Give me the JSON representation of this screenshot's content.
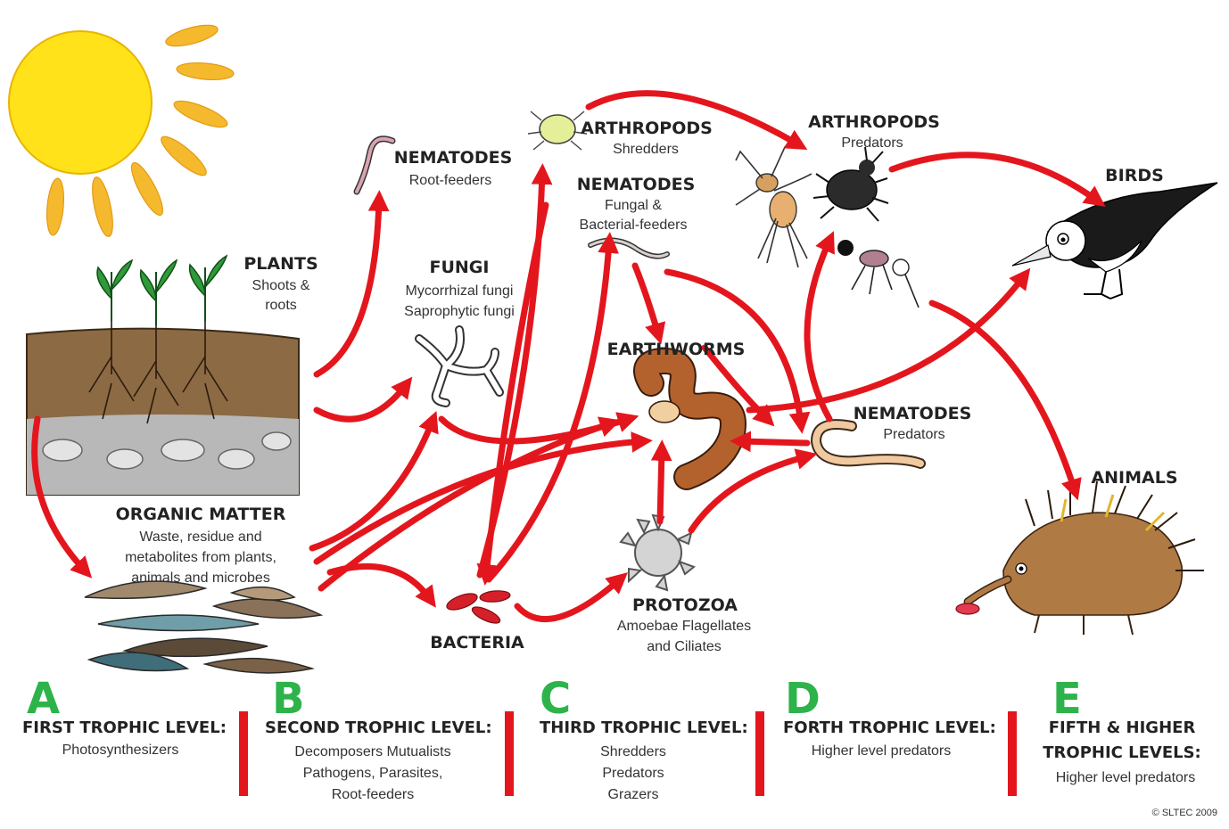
{
  "colors": {
    "arrow": "#e4161d",
    "letter": "#2db34a",
    "divider": "#e4161d",
    "sun": "#ffe21a",
    "sun_ray": "#f5b92e",
    "soil": "#8c6a43",
    "leaf": "#2f9a3a"
  },
  "nodes": {
    "plants": {
      "title": "PLANTS",
      "sub1": "Shoots &",
      "sub2": "roots"
    },
    "organic_matter": {
      "title": "ORGANIC MATTER",
      "sub1": "Waste, residue and",
      "sub2": "metabolites from plants,",
      "sub3": "animals and microbes"
    },
    "nematodes_root": {
      "title": "NEMATODES",
      "sub1": "Root-feeders"
    },
    "fungi": {
      "title": "FUNGI",
      "sub1": "Mycorrhizal fungi",
      "sub2": "Saprophytic fungi"
    },
    "bacteria": {
      "title": "BACTERIA"
    },
    "arthropods_shredders": {
      "title": "ARTHROPODS",
      "sub1": "Shredders"
    },
    "nematodes_fungal": {
      "title": "NEMATODES",
      "sub1": "Fungal &",
      "sub2": "Bacterial-feeders"
    },
    "earthworms": {
      "title": "EARTHWORMS"
    },
    "protozoa": {
      "title": "PROTOZOA",
      "sub1": "Amoebae Flagellates",
      "sub2": "and Ciliates"
    },
    "arthropods_predators": {
      "title": "ARTHROPODS",
      "sub1": "Predators"
    },
    "nematodes_predators": {
      "title": "NEMATODES",
      "sub1": "Predators"
    },
    "birds": {
      "title": "BIRDS"
    },
    "animals": {
      "title": "ANIMALS"
    }
  },
  "levels": [
    {
      "letter": "A",
      "title1": "FIRST TROPHIC LEVEL:",
      "title2": "",
      "desc": [
        "Photosynthesizers"
      ]
    },
    {
      "letter": "B",
      "title1": "SECOND TROPHIC LEVEL:",
      "title2": "",
      "desc": [
        "Decomposers Mutualists",
        "Pathogens, Parasites,",
        "Root-feeders"
      ]
    },
    {
      "letter": "C",
      "title1": "THIRD TROPHIC LEVEL:",
      "title2": "",
      "desc": [
        "Shredders",
        "Predators",
        "Grazers"
      ]
    },
    {
      "letter": "D",
      "title1": "FORTH TROPHIC LEVEL:",
      "title2": "",
      "desc": [
        "Higher level predators"
      ]
    },
    {
      "letter": "E",
      "title1": "FIFTH & HIGHER",
      "title2": "TROPHIC LEVELS:",
      "desc": [
        "Higher level predators"
      ]
    }
  ],
  "copyright": "© SLTEC 2009"
}
